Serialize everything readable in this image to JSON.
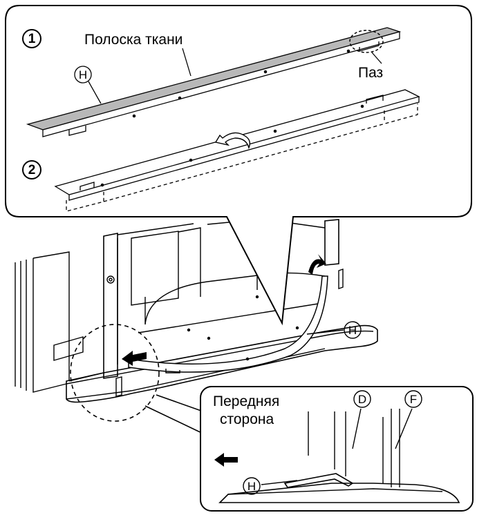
{
  "callout_top": {
    "step1": "1",
    "step2": "2",
    "fabric_strip": "Полоска ткани",
    "groove": "Паз",
    "part_h": "H"
  },
  "main_view": {
    "part_h": "H"
  },
  "inset": {
    "front_line1": "Передняя",
    "front_line2": "сторона",
    "part_d": "D",
    "part_f": "F",
    "part_h": "H"
  }
}
